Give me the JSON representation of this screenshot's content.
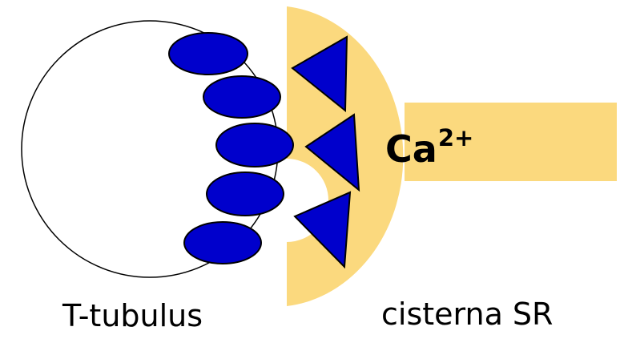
{
  "colors": {
    "cisterna_fill": "#FBD97E",
    "receptor_fill": "#0000CC",
    "outline": "#000000",
    "ttubulus_fill": "#FFFFFF"
  },
  "labels": {
    "ttubulus": "T-tubulus",
    "cisterna": "cisterna SR",
    "ion_symbol": "Ca",
    "ion_charge": "2+"
  },
  "shapes": {
    "voltage_sensors": {
      "count": 5,
      "shape": "ellipse"
    },
    "ryanodine_receptors": {
      "count": 3,
      "shape": "triangle"
    }
  }
}
